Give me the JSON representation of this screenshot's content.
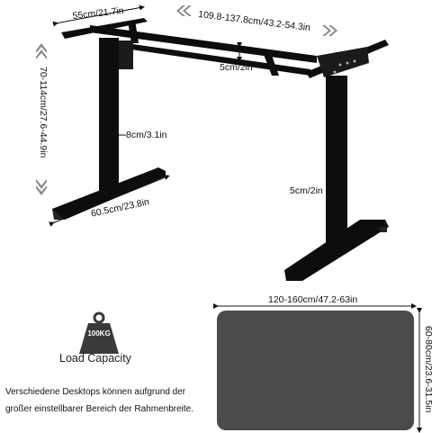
{
  "dimensions": {
    "top_depth": "55cm/21.7in",
    "top_width": "109.8-137.8cm/43.2-54.3in",
    "beam_height": "5cm/2in",
    "height_range": "70-114cm/27.6-44.9in",
    "column_width": "8cm/3.1in",
    "column_depth": "5cm/2in",
    "foot_length": "60.5cm/23.8in",
    "tabletop_width": "120-160cm/47.2-63in",
    "tabletop_depth": "60-80cm/23.6-31.5in"
  },
  "load": {
    "weight_label": "100KG",
    "caption": "Load Capacity"
  },
  "note": {
    "line1": "Verschiedene Desktops können aufgrund der",
    "line2": "großer einstellbarer Bereich der Rahmenbreite."
  },
  "colors": {
    "frame": "#0d0d0d",
    "tabletop": "#4b4b4b",
    "weight_icon": "#3a3a3a",
    "arrow_gray": "#8a8a8a"
  }
}
